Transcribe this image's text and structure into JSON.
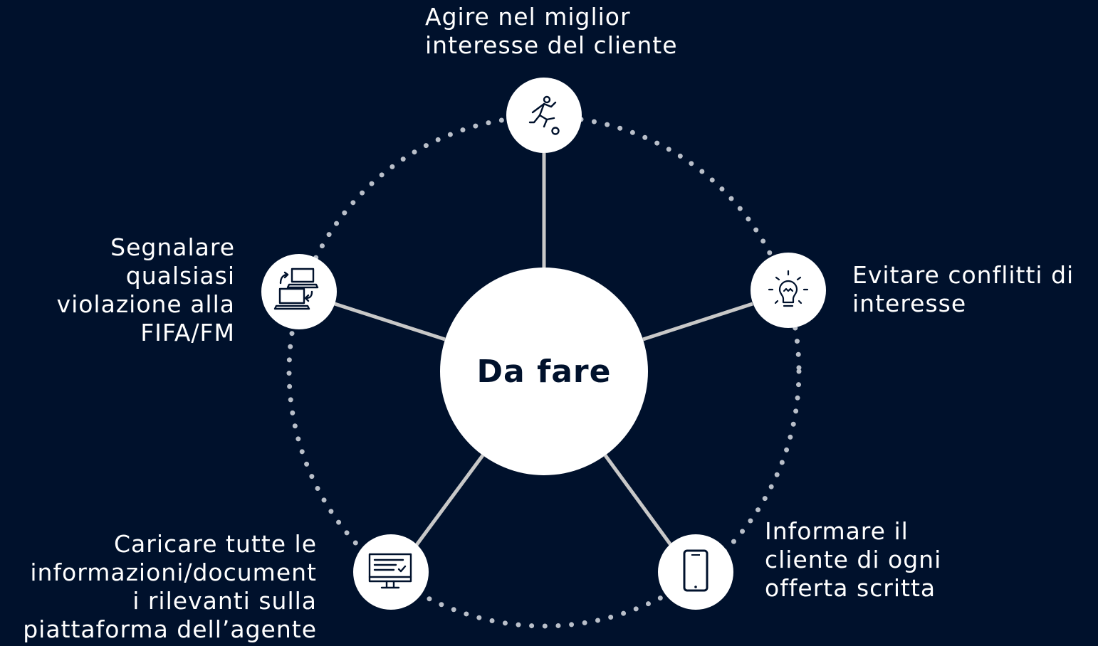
{
  "center": {
    "label": "Da fare"
  },
  "nodes": [
    {
      "id": "top",
      "label": "Agire nel miglior\ninteresse del cliente",
      "icon": "football-player-icon"
    },
    {
      "id": "right",
      "label": "Evitare conflitti di\ninteresse",
      "icon": "lightbulb-icon"
    },
    {
      "id": "bottom-right",
      "label": "Informare il\ncliente di ogni\nofferta scritta",
      "icon": "smartphone-icon"
    },
    {
      "id": "bottom-left",
      "label": "Caricare tutte le\ninformazioni/document\ni rilevanti sulla\npiattaforma dell’agente",
      "icon": "monitor-checklist-icon"
    },
    {
      "id": "left",
      "label": "Segnalare\nqualsiasi\nviolazione alla\nFIFA/FM",
      "icon": "laptop-transfer-icon"
    }
  ],
  "colors": {
    "background": "#00112c",
    "node_fill": "#ffffff",
    "connector": "#c8c8c8",
    "dotted_ring": "#b9bfc9",
    "icon_stroke": "#00112c"
  }
}
